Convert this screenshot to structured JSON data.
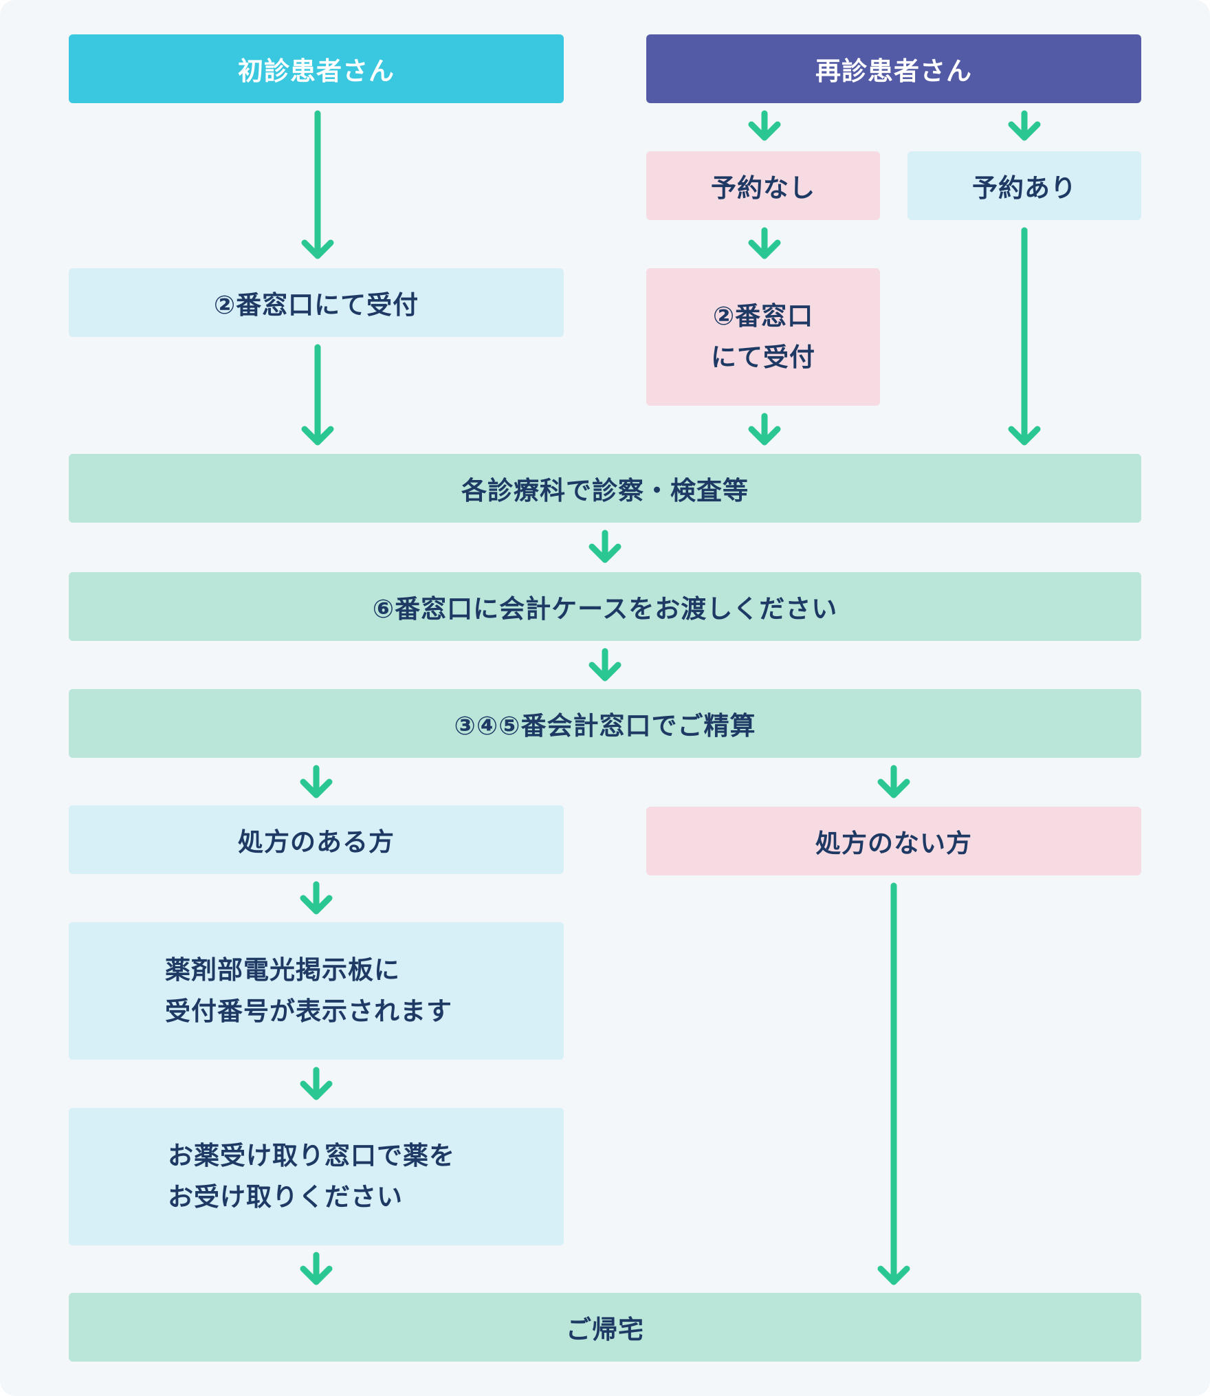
{
  "colors": {
    "background": "#f3f7fa",
    "first_visit": "#3ac8e1",
    "return_visit": "#535ba6",
    "light_blue": "#d7eff6",
    "pink": "#f7dbe2",
    "mint": "#b9e6d9",
    "arrow": "#2bc793",
    "text": "#1e3a64"
  },
  "first_visit": {
    "header": "初診患者さん",
    "reception": "②番窓口にて受付"
  },
  "return_visit": {
    "header": "再診患者さん",
    "no_reservation": "予約なし",
    "with_reservation": "予約あり",
    "reception_line1": "②番窓口",
    "reception_line2": "にて受付"
  },
  "steps": {
    "examination": "各診療科で診察・検査等",
    "billing_case": "⑥番窓口に会計ケースをお渡しください",
    "payment": "③④⑤番会計窓口でご精算"
  },
  "with_prescription": {
    "title": "処方のある方",
    "board_line1": "薬剤部電光掲示板に",
    "board_line2": "受付番号が表示されます",
    "pickup_line1": "お薬受け取り窓口で薬を",
    "pickup_line2": "お受け取りください"
  },
  "without_prescription": {
    "title": "処方のない方"
  },
  "end": "ご帰宅"
}
